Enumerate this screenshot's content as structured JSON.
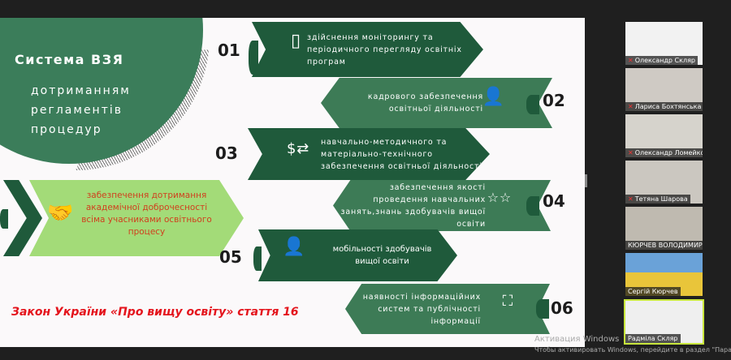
{
  "slide": {
    "title": "Система ВЗЯ",
    "subtitle": [
      "дотриманням",
      "регламентів",
      "процедур"
    ],
    "items": [
      {
        "num": "01",
        "text": "здійснення моніторингу та періодичного перегляду освітніх програм",
        "icon": "tablet-megaphone-icon"
      },
      {
        "num": "02",
        "text": "кадрового забезпечення освітньої діяльності",
        "icon": "person-money-icon"
      },
      {
        "num": "03",
        "text": "навчально-методичного та матеріально-технічного забезпечення освітньої діяльності",
        "icon": "money-exchange-icon"
      },
      {
        "num": "04",
        "text": "забезпечення якості проведення навчальних занять,знань здобувачів вищої освіти",
        "icon": "stars-person-icon"
      },
      {
        "num": "05",
        "text": "мобільності здобувачів вищої освіти",
        "icon": "person-money-icon"
      },
      {
        "num": "06",
        "text": "наявності інформаційних систем та публічності інформації",
        "icon": "presentation-group-icon"
      }
    ],
    "highlight": "забезпечення дотримання академічної доброчесності всіма учасниками освітнього процесу",
    "law": "Закон України «Про вищу освіту» стаття 16"
  },
  "participants": [
    {
      "name": "Олександр Скляр",
      "muted": true
    },
    {
      "name": "Лариса Бохтянська",
      "muted": true
    },
    {
      "name": "Олександр Ломейко",
      "muted": true
    },
    {
      "name": "Тетяна Шарова",
      "muted": true
    },
    {
      "name": "КЮРЧЕВ ВОЛОДИМИР",
      "muted": false
    },
    {
      "name": "Сергій Кюрчев",
      "muted": false
    },
    {
      "name": "Радміла Скляр",
      "muted": false
    }
  ],
  "watermark": {
    "line1": "Активация Windows",
    "line2": "Чтобы активировать Windows, перейдите в раздел \"Параметры\"."
  }
}
